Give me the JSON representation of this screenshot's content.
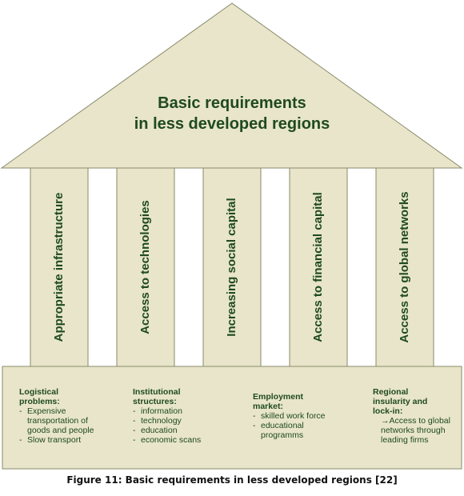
{
  "colors": {
    "fill": "#e8e5ca",
    "stroke": "#8a8a6a",
    "text": "#1f4a1f"
  },
  "roof": {
    "line1": "Basic requirements",
    "line2": "in less developed regions"
  },
  "pillars": [
    {
      "label": "Appropriate infrastructure"
    },
    {
      "label": "Access to technologies"
    },
    {
      "label": "Increasing social capital"
    },
    {
      "label": "Access to financial capital"
    },
    {
      "label": "Access to global networks"
    }
  ],
  "base": [
    {
      "heading": [
        "Logistical",
        "problems:"
      ],
      "items": [
        [
          "Expensive",
          "transportation of",
          "goods and people"
        ],
        [
          "Slow transport"
        ]
      ]
    },
    {
      "heading": [
        "Institutional",
        "structures:"
      ],
      "items": [
        [
          "information"
        ],
        [
          "technology"
        ],
        [
          "education"
        ],
        [
          "economic scans"
        ]
      ]
    },
    {
      "heading": [
        "Employment",
        "market:"
      ],
      "items": [
        [
          "skilled work force"
        ],
        [
          "educational",
          "programms"
        ]
      ]
    },
    {
      "heading": [
        "Regional",
        "insularity and",
        "lock-in:"
      ],
      "lines": [
        "→Access to global",
        "networks through",
        "leading firms"
      ]
    }
  ],
  "caption": "Figure 11: Basic requirements in less developed regions [22]"
}
